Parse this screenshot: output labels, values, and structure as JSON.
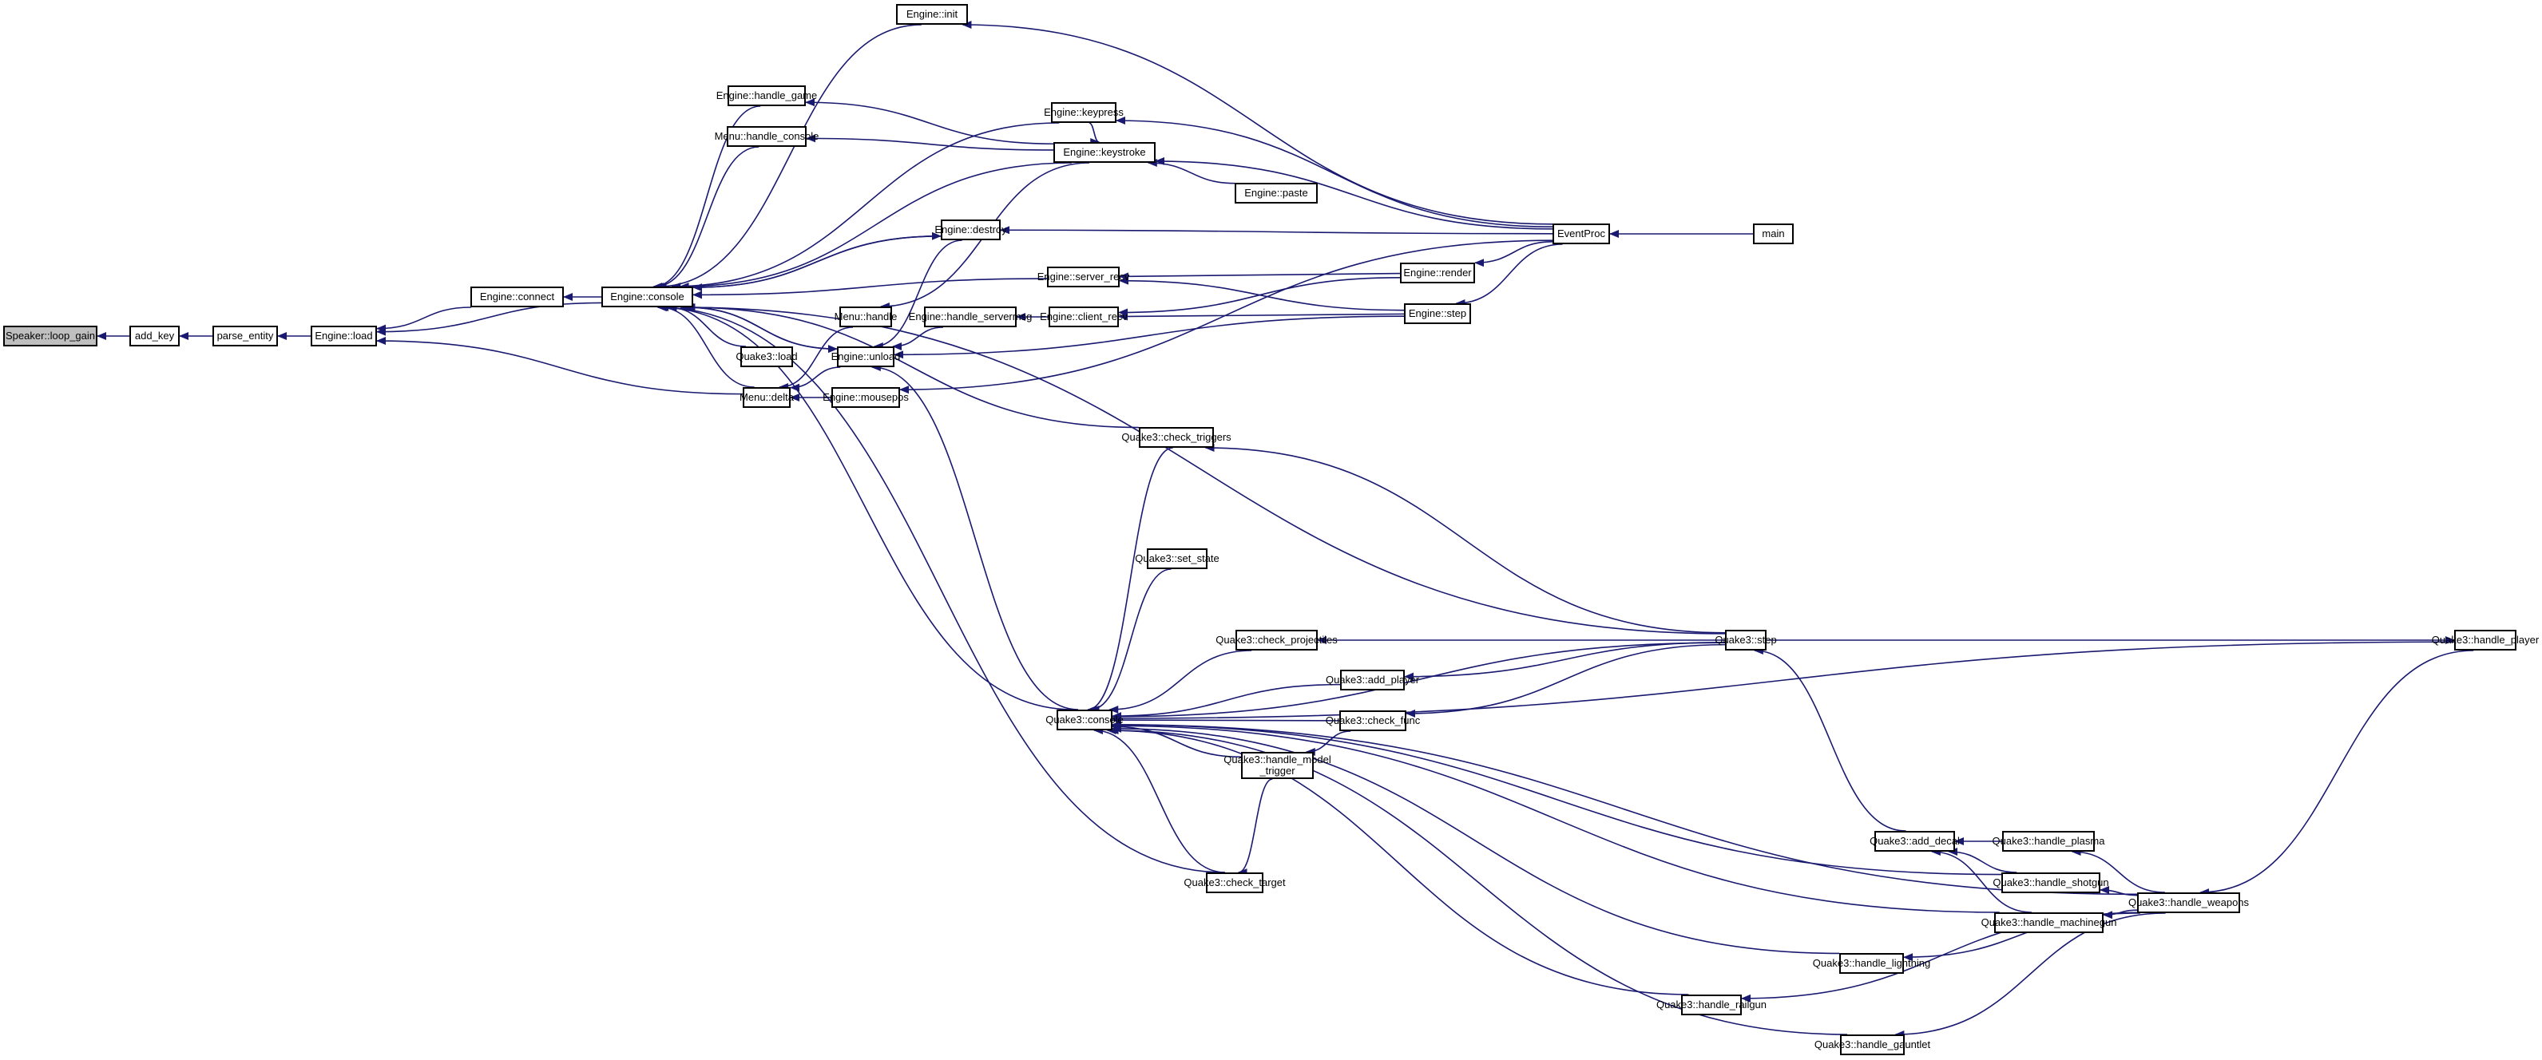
{
  "title": "Caller graph for Speaker::loop_gain",
  "colors": {
    "edge": "#191970",
    "node_border": "#000000",
    "node_fill": "#ffffff",
    "focus_fill": "#bfbfbf"
  },
  "nodes": [
    {
      "id": "loop_gain",
      "label": "Speaker::loop_gain",
      "focus": true
    },
    {
      "id": "add_key",
      "label": "add_key"
    },
    {
      "id": "parse_entity",
      "label": "parse_entity"
    },
    {
      "id": "engine_load",
      "label": "Engine::load"
    },
    {
      "id": "engine_connect",
      "label": "Engine::connect"
    },
    {
      "id": "engine_console",
      "label": "Engine::console"
    },
    {
      "id": "engine_init",
      "label": "Engine::init"
    },
    {
      "id": "engine_handle_game",
      "label": "Engine::handle_game"
    },
    {
      "id": "menu_handle_console",
      "label": "Menu::handle_console"
    },
    {
      "id": "engine_keystroke",
      "label": "Engine::keystroke"
    },
    {
      "id": "engine_keypress",
      "label": "Engine::keypress"
    },
    {
      "id": "engine_paste",
      "label": "Engine::paste"
    },
    {
      "id": "engine_destroy",
      "label": "Engine::destroy"
    },
    {
      "id": "eventproc",
      "label": "EventProc"
    },
    {
      "id": "main",
      "label": "main"
    },
    {
      "id": "menu_handle",
      "label": "Menu::handle"
    },
    {
      "id": "engine_server_recv",
      "label": "Engine::server_recv"
    },
    {
      "id": "engine_handle_servermsg",
      "label": "Engine::handle_servermsg"
    },
    {
      "id": "engine_client_recv",
      "label": "Engine::client_recv"
    },
    {
      "id": "engine_render",
      "label": "Engine::render"
    },
    {
      "id": "engine_step",
      "label": "Engine::step"
    },
    {
      "id": "quake3_load",
      "label": "Quake3::load"
    },
    {
      "id": "engine_unload",
      "label": "Engine::unload"
    },
    {
      "id": "menu_delta",
      "label": "Menu::delta"
    },
    {
      "id": "engine_mousepos",
      "label": "Engine::mousepos"
    },
    {
      "id": "q3_check_triggers",
      "label": "Quake3::check_triggers"
    },
    {
      "id": "q3_set_state",
      "label": "Quake3::set_state"
    },
    {
      "id": "q3_check_projectiles",
      "label": "Quake3::check_projectiles"
    },
    {
      "id": "q3_step",
      "label": "Quake3::step"
    },
    {
      "id": "q3_handle_player",
      "label": "Quake3::handle_player"
    },
    {
      "id": "q3_add_player",
      "label": "Quake3::add_player"
    },
    {
      "id": "q3_console",
      "label": "Quake3::console"
    },
    {
      "id": "q3_check_func",
      "label": "Quake3::check_func"
    },
    {
      "id": "q3_handle_model_trigger",
      "label": "Quake3::handle_model\n_trigger"
    },
    {
      "id": "q3_add_decal",
      "label": "Quake3::add_decal"
    },
    {
      "id": "q3_handle_plasma",
      "label": "Quake3::handle_plasma"
    },
    {
      "id": "q3_check_target",
      "label": "Quake3::check_target"
    },
    {
      "id": "q3_handle_shotgun",
      "label": "Quake3::handle_shotgun"
    },
    {
      "id": "q3_handle_machinegun",
      "label": "Quake3::handle_machinegun"
    },
    {
      "id": "q3_handle_weapons",
      "label": "Quake3::handle_weapons"
    },
    {
      "id": "q3_handle_lightning",
      "label": "Quake3::handle_lightning"
    },
    {
      "id": "q3_handle_railgun",
      "label": "Quake3::handle_railgun"
    },
    {
      "id": "q3_handle_gauntlet",
      "label": "Quake3::handle_gauntlet"
    }
  ],
  "edges": [
    {
      "from": "add_key",
      "to": "loop_gain"
    },
    {
      "from": "parse_entity",
      "to": "add_key"
    },
    {
      "from": "engine_load",
      "to": "parse_entity"
    },
    {
      "from": "engine_connect",
      "to": "engine_load"
    },
    {
      "from": "engine_console",
      "to": "engine_load"
    },
    {
      "from": "menu_delta",
      "to": "engine_load"
    },
    {
      "from": "engine_console",
      "to": "engine_connect"
    },
    {
      "from": "engine_init",
      "to": "engine_console"
    },
    {
      "from": "engine_keypress",
      "to": "engine_console"
    },
    {
      "from": "engine_handle_game",
      "to": "engine_console"
    },
    {
      "from": "menu_handle_console",
      "to": "engine_console"
    },
    {
      "from": "engine_keystroke",
      "to": "engine_console"
    },
    {
      "from": "engine_destroy",
      "to": "engine_console"
    },
    {
      "from": "engine_server_recv",
      "to": "engine_console"
    },
    {
      "from": "quake3_load",
      "to": "engine_console"
    },
    {
      "from": "engine_unload",
      "to": "engine_console"
    },
    {
      "from": "menu_delta",
      "to": "engine_console"
    },
    {
      "from": "q3_check_triggers",
      "to": "engine_console"
    },
    {
      "from": "q3_step",
      "to": "engine_console"
    },
    {
      "from": "q3_console",
      "to": "engine_console"
    },
    {
      "from": "q3_check_target",
      "to": "engine_console"
    },
    {
      "from": "eventproc",
      "to": "engine_init"
    },
    {
      "from": "engine_keystroke",
      "to": "engine_handle_game"
    },
    {
      "from": "engine_keystroke",
      "to": "menu_handle_console"
    },
    {
      "from": "engine_keystroke",
      "to": "menu_handle"
    },
    {
      "from": "engine_keypress",
      "to": "engine_keystroke"
    },
    {
      "from": "engine_paste",
      "to": "engine_keystroke"
    },
    {
      "from": "eventproc",
      "to": "engine_keystroke"
    },
    {
      "from": "eventproc",
      "to": "engine_keypress"
    },
    {
      "from": "engine_console",
      "to": "engine_destroy"
    },
    {
      "from": "eventproc",
      "to": "engine_destroy"
    },
    {
      "from": "main",
      "to": "eventproc"
    },
    {
      "from": "eventproc",
      "to": "engine_render"
    },
    {
      "from": "eventproc",
      "to": "engine_step"
    },
    {
      "from": "engine_render",
      "to": "engine_server_recv"
    },
    {
      "from": "engine_step",
      "to": "engine_server_recv"
    },
    {
      "from": "engine_render",
      "to": "engine_client_recv"
    },
    {
      "from": "engine_step",
      "to": "engine_client_recv"
    },
    {
      "from": "engine_client_recv",
      "to": "engine_handle_servermsg"
    },
    {
      "from": "engine_handle_servermsg",
      "to": "engine_unload"
    },
    {
      "from": "engine_destroy",
      "to": "engine_unload"
    },
    {
      "from": "engine_step",
      "to": "engine_unload"
    },
    {
      "from": "engine_console",
      "to": "engine_unload"
    },
    {
      "from": "q3_console",
      "to": "engine_unload"
    },
    {
      "from": "menu_handle",
      "to": "menu_delta"
    },
    {
      "from": "engine_unload",
      "to": "menu_delta"
    },
    {
      "from": "engine_mousepos",
      "to": "menu_delta"
    },
    {
      "from": "eventproc",
      "to": "engine_mousepos"
    },
    {
      "from": "q3_step",
      "to": "q3_check_triggers"
    },
    {
      "from": "q3_check_triggers",
      "to": "q3_console"
    },
    {
      "from": "q3_set_state",
      "to": "q3_console"
    },
    {
      "from": "q3_check_projectiles",
      "to": "q3_console"
    },
    {
      "from": "q3_step",
      "to": "q3_console"
    },
    {
      "from": "q3_add_player",
      "to": "q3_console"
    },
    {
      "from": "q3_check_func",
      "to": "q3_console"
    },
    {
      "from": "q3_handle_model_trigger",
      "to": "q3_console"
    },
    {
      "from": "q3_handle_weapons",
      "to": "q3_console"
    },
    {
      "from": "q3_handle_player",
      "to": "q3_console"
    },
    {
      "from": "q3_handle_shotgun",
      "to": "q3_console"
    },
    {
      "from": "q3_check_target",
      "to": "q3_console"
    },
    {
      "from": "q3_handle_machinegun",
      "to": "q3_console"
    },
    {
      "from": "q3_handle_lightning",
      "to": "q3_console"
    },
    {
      "from": "q3_handle_railgun",
      "to": "q3_console"
    },
    {
      "from": "q3_handle_gauntlet",
      "to": "q3_console"
    },
    {
      "from": "q3_step",
      "to": "q3_check_projectiles"
    },
    {
      "from": "q3_step",
      "to": "q3_add_player"
    },
    {
      "from": "q3_step",
      "to": "q3_check_func"
    },
    {
      "from": "q3_step",
      "to": "q3_handle_player"
    },
    {
      "from": "q3_check_func",
      "to": "q3_handle_model_trigger"
    },
    {
      "from": "q3_handle_model_trigger",
      "to": "q3_check_target"
    },
    {
      "from": "q3_add_decal",
      "to": "q3_step"
    },
    {
      "from": "q3_handle_plasma",
      "to": "q3_add_decal"
    },
    {
      "from": "q3_handle_shotgun",
      "to": "q3_add_decal"
    },
    {
      "from": "q3_handle_machinegun",
      "to": "q3_add_decal"
    },
    {
      "from": "q3_handle_weapons",
      "to": "q3_handle_plasma"
    },
    {
      "from": "q3_handle_weapons",
      "to": "q3_handle_shotgun"
    },
    {
      "from": "q3_handle_weapons",
      "to": "q3_handle_machinegun"
    },
    {
      "from": "q3_handle_player",
      "to": "q3_handle_weapons"
    },
    {
      "from": "q3_handle_weapons",
      "to": "q3_handle_lightning"
    },
    {
      "from": "q3_handle_weapons",
      "to": "q3_handle_railgun"
    },
    {
      "from": "q3_handle_weapons",
      "to": "q3_handle_gauntlet"
    }
  ]
}
